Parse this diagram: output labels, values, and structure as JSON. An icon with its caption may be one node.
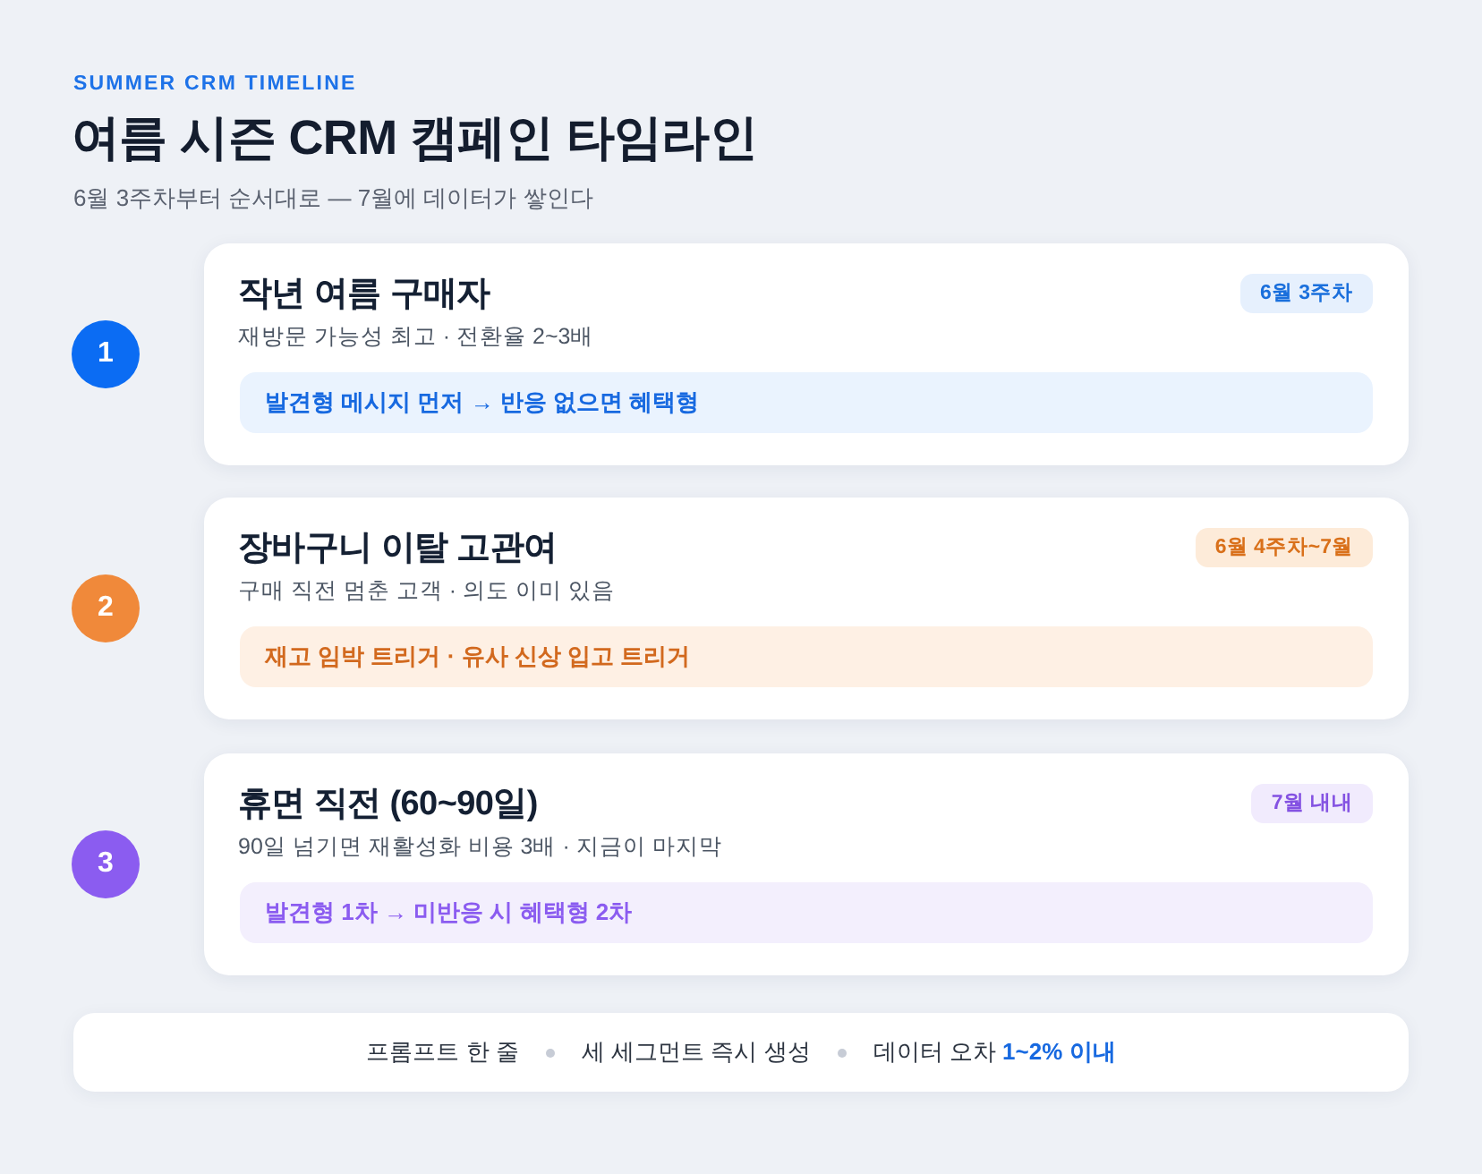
{
  "diagram": {
    "title": "여름 시즌 CRM 캠페인 타임라인",
    "labels": [
      "SUMMER CRM TIMELINE",
      "6월 3주차부터 순서대로 — 7월에 데이터가 쌓인다"
    ],
    "nodes": [
      {
        "text": [
          "1"
        ]
      },
      {
        "text": [
          "작년 여름 구매자",
          "재방문 가능성 최고 · 전환율 2~3배"
        ]
      },
      {
        "text": [
          "6월 3주차"
        ],
        "in": 1
      },
      {
        "text": [
          "발견형 메시지 먼저 → 반응 없으면 혜택형"
        ],
        "in": 1
      },
      {
        "text": [
          "2"
        ]
      },
      {
        "text": [
          "장바구니 이탈 고관여",
          "구매 직전 멈춘 고객 · 의도 이미 있음"
        ]
      },
      {
        "text": [
          "6월 4주차~7월"
        ],
        "in": 5
      },
      {
        "text": [
          "재고 임박 트리거 · 유사 신상 입고 트리거"
        ],
        "in": 5
      },
      {
        "text": [
          "3"
        ]
      },
      {
        "text": [
          "휴면 직전 (60~90일)",
          "90일 넘기면 재활성화 비용 3배 · 지금이 마지막"
        ]
      },
      {
        "text": [
          "7월 내내"
        ],
        "in": 9
      },
      {
        "text": [
          "발견형 1차 → 미반응 시 혜택형 2차"
        ],
        "in": 9
      },
      {
        "text": [
          "프롬프트 한 줄",
          "세 세그먼트 즉시 생성",
          "데이터 오차 **1~2% 이내**"
        ]
      }
    ]
  }
}
